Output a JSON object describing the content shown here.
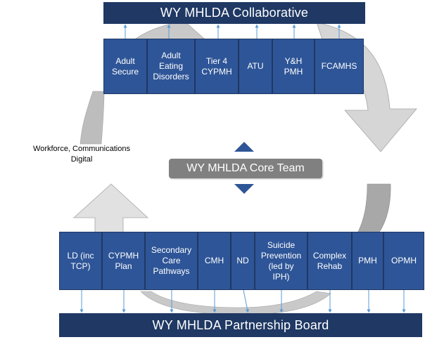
{
  "diagram": {
    "collaborative_title": "WY MHLDA Collaborative",
    "partnership_title": "WY MHLDA Partnership Board",
    "core_team": "WY MHLDA Core Team",
    "side_note": "Workforce, Communications\nDigital",
    "top_boxes": [
      "Adult\nSecure",
      "Adult\nEating\nDisorders",
      "Tier 4\nCYPMH",
      "ATU",
      "Y&H\nPMH",
      "FCAMHS"
    ],
    "bottom_boxes": [
      "LD (inc\nTCP)",
      "CYPMH\nPlan",
      "Secondary\nCare\nPathways",
      "CMH",
      "ND",
      "Suicide\nPrevention\n(led by\nIPH)",
      "Complex\nRehab",
      "PMH",
      "OPMH"
    ],
    "colors": {
      "title_bar": "#1f3864",
      "box": "#2e5597",
      "core_team": "#808080",
      "cycle_arrow": "#d9d9d9",
      "connector_arrow": "#5b9bd5"
    }
  }
}
